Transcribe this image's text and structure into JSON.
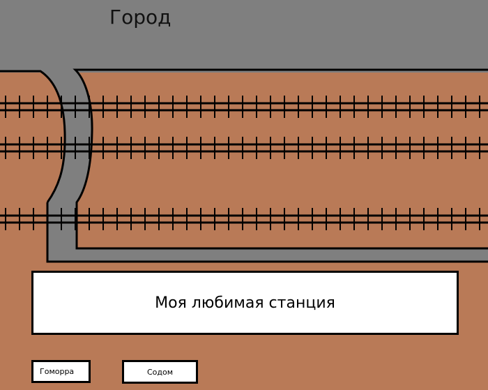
{
  "city": {
    "label": "Город"
  },
  "station": {
    "label": "Моя любимая станция"
  },
  "buildings": [
    {
      "label": "Гоморра"
    },
    {
      "label": "Содом"
    }
  ],
  "colors": {
    "ground": "#b97a57",
    "city_area": "#7f7f7f",
    "outline": "#000000",
    "box_fill": "#ffffff"
  },
  "tracks": {
    "count": 3
  }
}
